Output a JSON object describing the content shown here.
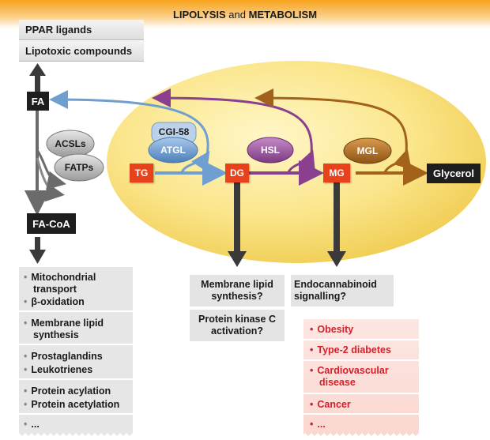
{
  "title": {
    "bold1": "LIPOLYSIS",
    "and": "and",
    "bold2": "METABOLISM"
  },
  "left_top_boxes": [
    "PPAR ligands",
    "Lipotoxic compounds"
  ],
  "nodes": {
    "fa": "FA",
    "fa_coa": "FA-CoA",
    "tg": "TG",
    "dg": "DG",
    "mg": "MG",
    "glycerol": "Glycerol"
  },
  "enzymes": {
    "acsls": "ACSLs",
    "fatps": "FATPs",
    "cgi58": "CGI-58",
    "atgl": "ATGL",
    "hsl": "HSL",
    "mgl": "MGL"
  },
  "outcomes": {
    "dg_1": [
      "Membrane lipid",
      "synthesis?"
    ],
    "dg_2": [
      "Protein kinase C",
      "activation?"
    ],
    "mg_1": [
      "Endocannabinoid",
      "signalling?"
    ]
  },
  "fa_coa_groups": [
    {
      "items": [
        [
          "Mitochondrial",
          "transport"
        ],
        [
          "β-oxidation"
        ]
      ]
    },
    {
      "items": [
        [
          "Membrane lipid",
          "synthesis"
        ]
      ]
    },
    {
      "items": [
        [
          "Prostaglandins"
        ],
        [
          "Leukotrienes"
        ]
      ]
    },
    {
      "items": [
        [
          "Protein acylation"
        ],
        [
          "Protein acetylation"
        ]
      ]
    },
    {
      "items": [
        [
          "..."
        ]
      ]
    }
  ],
  "diseases": [
    [
      "Obesity"
    ],
    [
      "Type-2 diabetes"
    ],
    [
      "Cardiovascular",
      "disease"
    ],
    [
      "Cancer"
    ],
    [
      "..."
    ]
  ],
  "colors": {
    "header_orange": "#f7a21b",
    "droplet_yellow": "#f8df6c",
    "node_red": "#e8421c",
    "atgl_blue": "#6f9fd0",
    "hsl_purple": "#8a3f8f",
    "mgl_brown": "#a2621a",
    "disease_red": "#d4202a"
  }
}
